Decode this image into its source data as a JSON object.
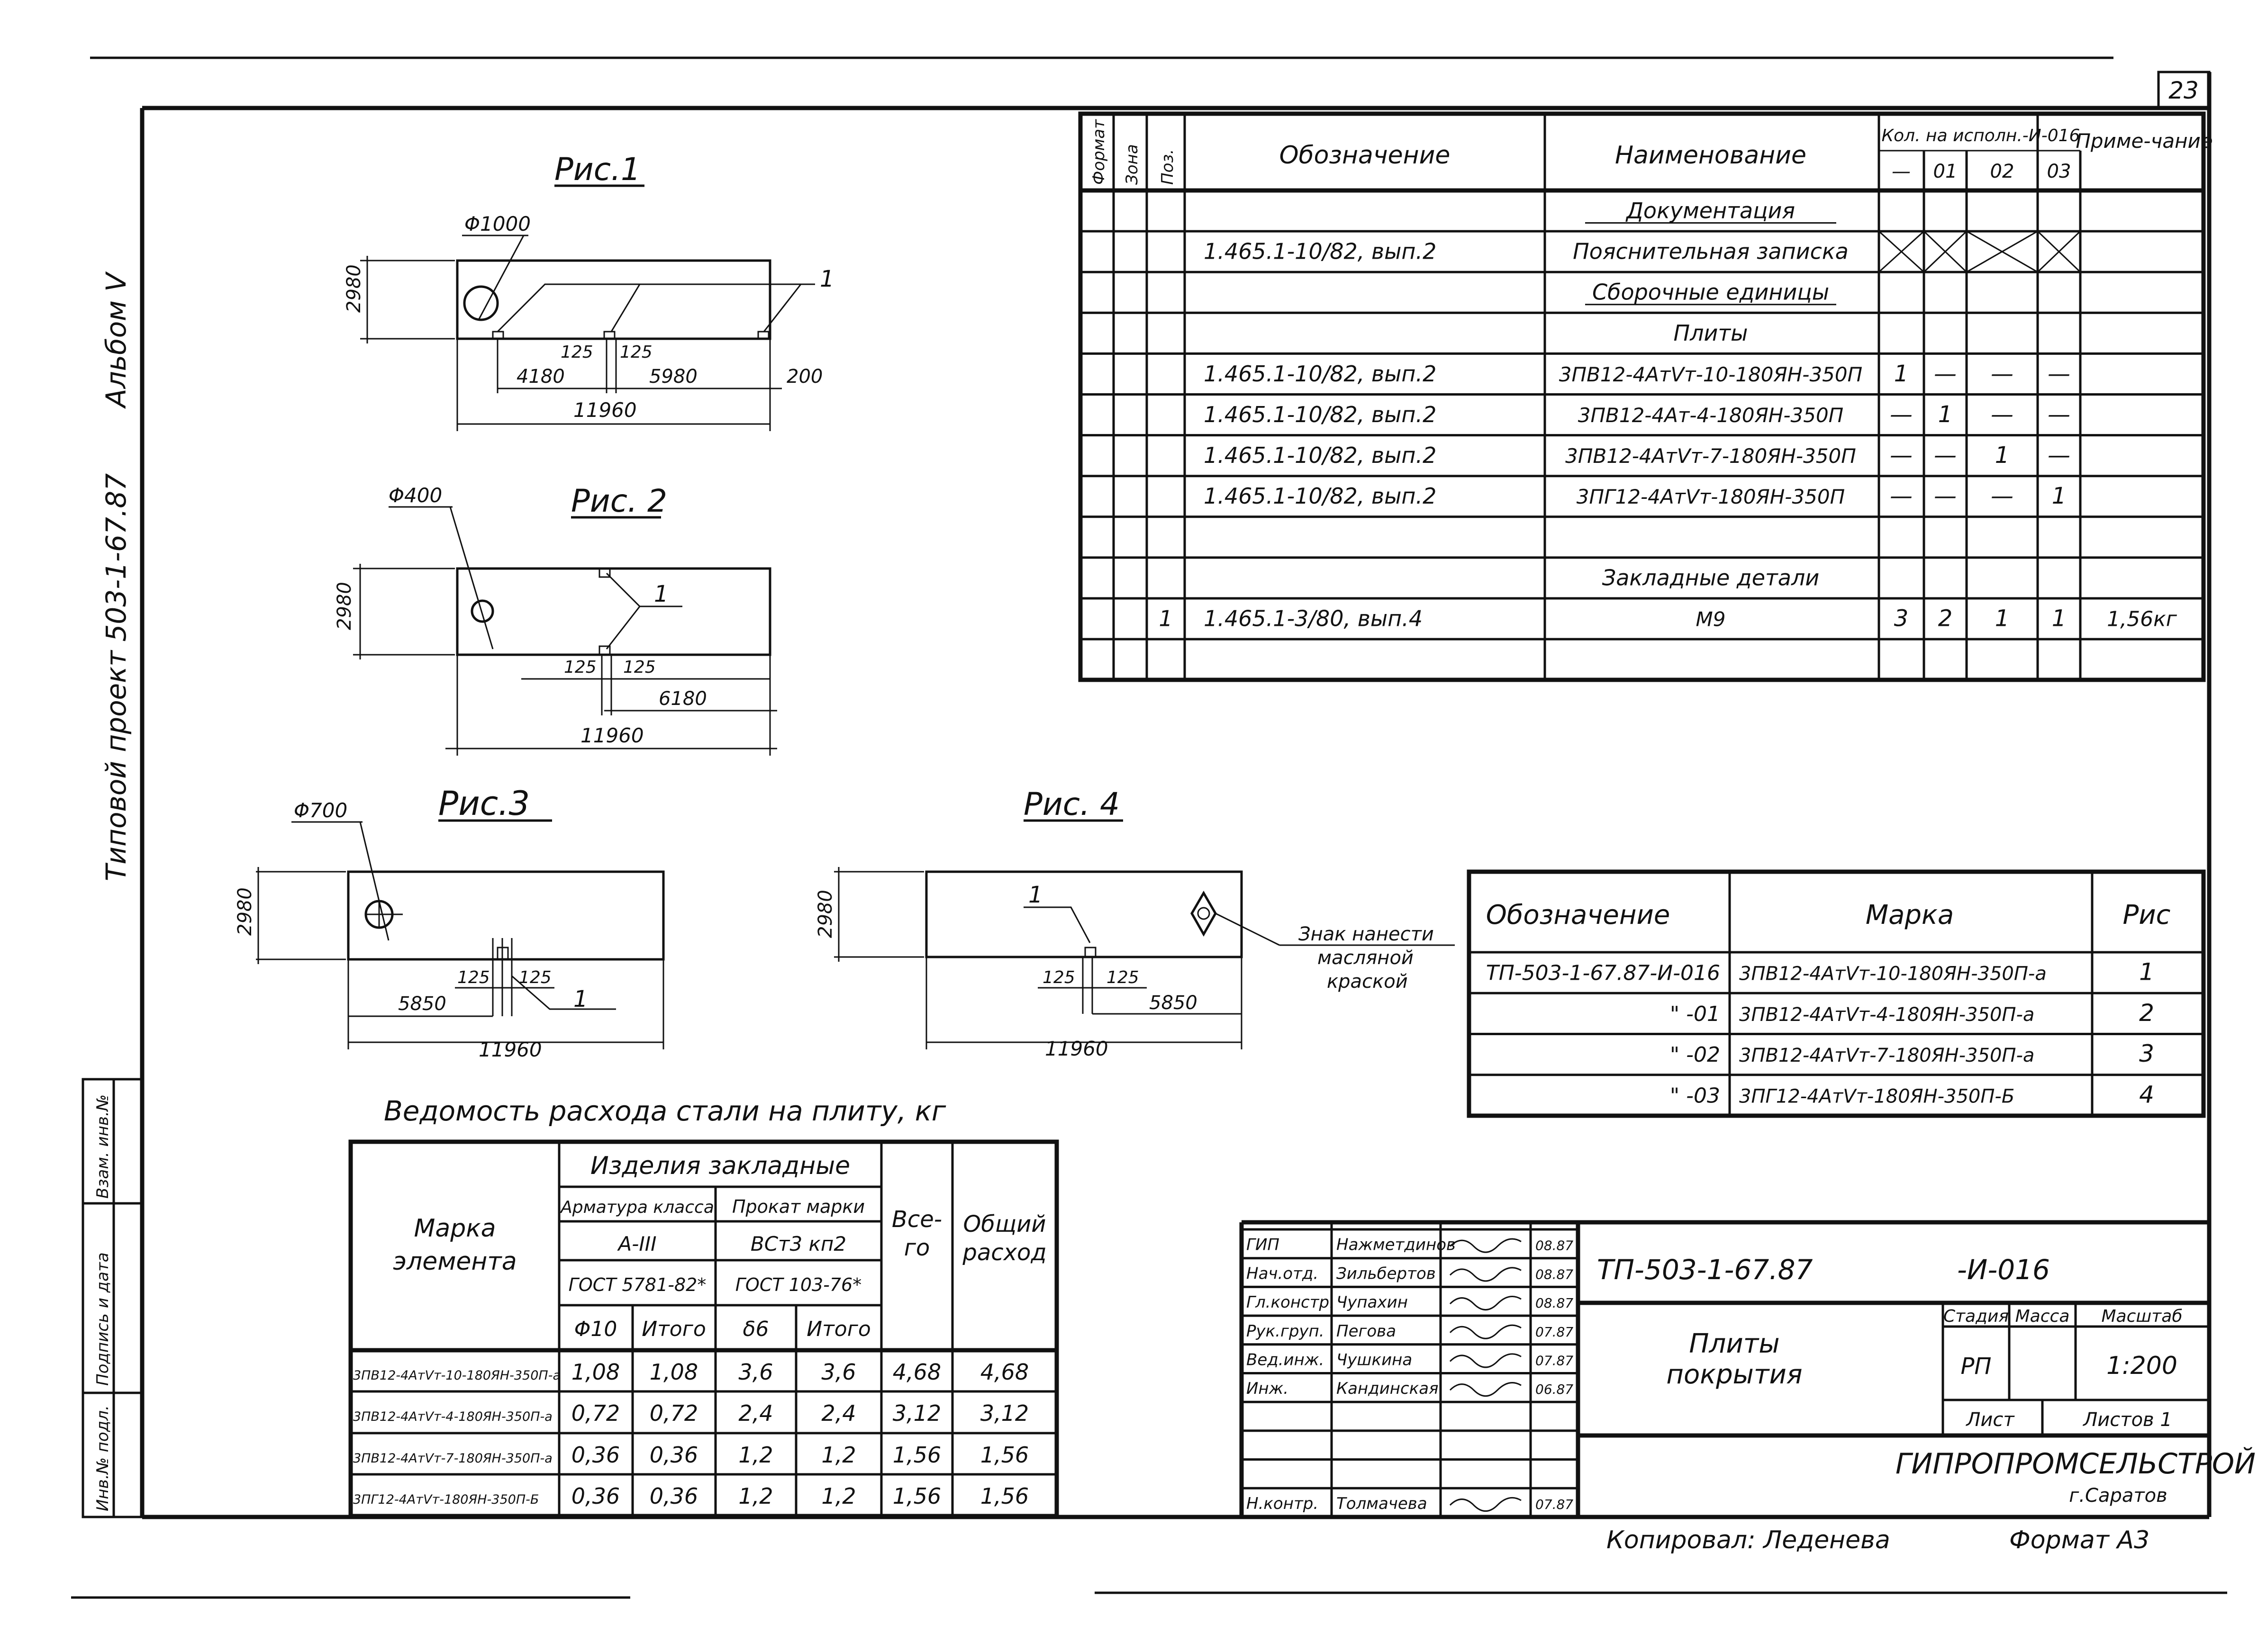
{
  "sheet": {
    "number": "23",
    "album": "Альбом V",
    "series": "Типовой проект 503-1-67.87",
    "copied_by": "Копировал: Леденева",
    "format": "Формат А3"
  },
  "side_stamps": [
    "Инв.№ подл.",
    "Подпись и дата",
    "Взам. инв.№"
  ],
  "figures": [
    {
      "title": "Рис.1",
      "hole": "Φ1000",
      "height": "2980",
      "dims": [
        "125",
        "125",
        "4180",
        "5980",
        "200",
        "11960"
      ],
      "pos": "1"
    },
    {
      "title": "Рис. 2",
      "hole": "Φ400",
      "height": "2980",
      "dims": [
        "125",
        "125",
        "6180",
        "11960"
      ],
      "pos": "1"
    },
    {
      "title": "Рис.3",
      "hole": "Φ700",
      "height": "2980",
      "dims": [
        "125",
        "125",
        "5850",
        "11960"
      ],
      "pos": "1"
    },
    {
      "title": "Рис. 4",
      "height": "2980",
      "dims": [
        "125",
        "125",
        "5850",
        "11960"
      ],
      "pos": "1",
      "note": [
        "Знак нанести",
        "масляной",
        "краской"
      ]
    }
  ],
  "spec": {
    "headers": {
      "format": "Формат",
      "zone": "Зона",
      "pos": "Поз.",
      "designation": "Обозначение",
      "name": "Наименование",
      "qty": "Кол. на исполн.-И-016",
      "qty_cols": [
        "—",
        "01",
        "02",
        "03"
      ],
      "note": "Приме-чание"
    },
    "rows": [
      {
        "pos": "",
        "designation": "",
        "name": "Документация",
        "q": [
          "",
          "",
          "",
          ""
        ],
        "note": "",
        "type": "section"
      },
      {
        "pos": "",
        "designation": "1.465.1-10/82, вып.2",
        "name": "Пояснительная записка",
        "q": [
          "",
          "",
          "",
          ""
        ],
        "note": "",
        "type": "crossed"
      },
      {
        "pos": "",
        "designation": "",
        "name": "Сборочные единицы",
        "q": [
          "",
          "",
          "",
          ""
        ],
        "note": "",
        "type": "section"
      },
      {
        "pos": "",
        "designation": "",
        "name": "Плиты",
        "q": [
          "",
          "",
          "",
          ""
        ],
        "note": "",
        "type": "sub"
      },
      {
        "pos": "",
        "designation": "1.465.1-10/82, вып.2",
        "name": "3ПВ12-4АтVт-10-180ЯН-350П",
        "q": [
          "1",
          "—",
          "—",
          "—"
        ],
        "note": "",
        "type": "item"
      },
      {
        "pos": "",
        "designation": "1.465.1-10/82, вып.2",
        "name": "3ПВ12-4Ат-4-180ЯН-350П",
        "q": [
          "—",
          "1",
          "—",
          "—"
        ],
        "note": "",
        "type": "item"
      },
      {
        "pos": "",
        "designation": "1.465.1-10/82, вып.2",
        "name": "3ПВ12-4АтVт-7-180ЯН-350П",
        "q": [
          "—",
          "—",
          "1",
          "—"
        ],
        "note": "",
        "type": "item"
      },
      {
        "pos": "",
        "designation": "1.465.1-10/82, вып.2",
        "name": "3ПГ12-4АтVт-180ЯН-350П",
        "q": [
          "—",
          "—",
          "—",
          "1"
        ],
        "note": "",
        "type": "item"
      },
      {
        "pos": "",
        "designation": "",
        "name": "",
        "q": [
          "",
          "",
          "",
          ""
        ],
        "note": "",
        "type": "blank"
      },
      {
        "pos": "",
        "designation": "",
        "name": "Закладные детали",
        "q": [
          "",
          "",
          "",
          ""
        ],
        "note": "",
        "type": "sub"
      },
      {
        "pos": "1",
        "designation": "1.465.1-3/80, вып.4",
        "name": "М9",
        "q": [
          "3",
          "2",
          "1",
          "1"
        ],
        "note": "1,56кг",
        "type": "item"
      },
      {
        "pos": "",
        "designation": "",
        "name": "",
        "q": [
          "",
          "",
          "",
          ""
        ],
        "note": "",
        "type": "blank"
      }
    ]
  },
  "marks": {
    "headers": [
      "Обозначение",
      "Марка",
      "Рис"
    ],
    "rows": [
      {
        "des": "ТП-503-1-67.87-И-016",
        "mark": "3ПВ12-4АтVт-10-180ЯН-350П-а",
        "fig": "1"
      },
      {
        "des": "\" -01",
        "mark": "3ПВ12-4АтVт-4-180ЯН-350П-а",
        "fig": "2"
      },
      {
        "des": "\" -02",
        "mark": "3ПВ12-4АтVт-7-180ЯН-350П-а",
        "fig": "3"
      },
      {
        "des": "\" -03",
        "mark": "3ПГ12-4АтVт-180ЯН-350П-Б",
        "fig": "4"
      }
    ]
  },
  "steel": {
    "title": "Ведомость расхода стали на плиту, кг",
    "h_mark": [
      "Марка",
      "элемента"
    ],
    "h_items": "Изделия закладные",
    "h_arm": "Арматура класса",
    "h_arm_class": "А-III",
    "h_arm_gost": "ГОСТ 5781-82*",
    "h_prokat": "Прокат марки",
    "h_prokat_mark": "ВСт3 кп2",
    "h_prokat_gost": "ГОСТ 103-76*",
    "h_sub": [
      "Φ10",
      "Итого",
      "δ6",
      "Итого"
    ],
    "h_total": [
      "Все-",
      "го"
    ],
    "h_overall": [
      "Общий",
      "расход"
    ],
    "rows": [
      {
        "mark": "3ПВ12-4АтVт-10-180ЯН-350П-а",
        "v": [
          "1,08",
          "1,08",
          "3,6",
          "3,6",
          "4,68",
          "4,68"
        ]
      },
      {
        "mark": "3ПВ12-4АтVт-4-180ЯН-350П-а",
        "v": [
          "0,72",
          "0,72",
          "2,4",
          "2,4",
          "3,12",
          "3,12"
        ]
      },
      {
        "mark": "3ПВ12-4АтVт-7-180ЯН-350П-а",
        "v": [
          "0,36",
          "0,36",
          "1,2",
          "1,2",
          "1,56",
          "1,56"
        ]
      },
      {
        "mark": "3ПГ12-4АтVт-180ЯН-350П-Б",
        "v": [
          "0,36",
          "0,36",
          "1,2",
          "1,2",
          "1,56",
          "1,56"
        ]
      }
    ]
  },
  "title_block": {
    "code": "ТП-503-1-67.87",
    "suffix": "-И-016",
    "name": [
      "Плиты",
      "покрытия"
    ],
    "stage_label": "Стадия",
    "mass_label": "Масса",
    "scale_label": "Масштаб",
    "stage": "РП",
    "scale": "1:200",
    "sheet_label": "Лист",
    "sheets_label": "Листов 1",
    "org": "ГИПРОПРОМСЕЛЬСТРОЙ",
    "city": "г.Саратов",
    "people": [
      {
        "role": "ГИП",
        "name": "Нажметдинов",
        "date": "08.87"
      },
      {
        "role": "Нач.отд.",
        "name": "Зильбертов",
        "date": "08.87"
      },
      {
        "role": "Гл.констр.",
        "name": "Чупахин",
        "date": "08.87"
      },
      {
        "role": "Рук.груп.",
        "name": "Пегова",
        "date": "07.87"
      },
      {
        "role": "Вед.инж.",
        "name": "Чушкина",
        "date": "07.87"
      },
      {
        "role": "Инж.",
        "name": "Кандинская",
        "date": "06.87"
      },
      {
        "role": "",
        "name": "",
        "date": ""
      },
      {
        "role": "",
        "name": "",
        "date": ""
      },
      {
        "role": "",
        "name": "",
        "date": ""
      },
      {
        "role": "Н.контр.",
        "name": "Толмачева",
        "date": "07.87"
      }
    ]
  }
}
